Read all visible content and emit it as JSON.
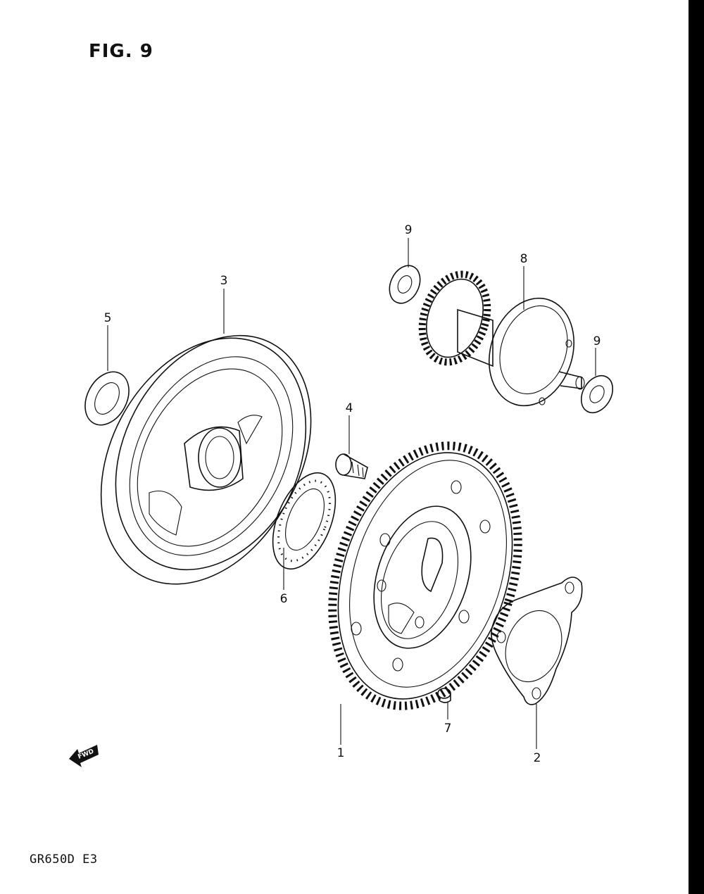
{
  "title": "FIG. 9",
  "model_code": "GR650D  E3",
  "fwd_label": "FWD",
  "callouts": [
    {
      "id": "1",
      "text": "1"
    },
    {
      "id": "2",
      "text": "2"
    },
    {
      "id": "3",
      "text": "3"
    },
    {
      "id": "4",
      "text": "4"
    },
    {
      "id": "5",
      "text": "5"
    },
    {
      "id": "6",
      "text": "6"
    },
    {
      "id": "7",
      "text": "7"
    },
    {
      "id": "8",
      "text": "8"
    },
    {
      "id": "9a",
      "text": "9"
    },
    {
      "id": "9b",
      "text": "9"
    }
  ]
}
